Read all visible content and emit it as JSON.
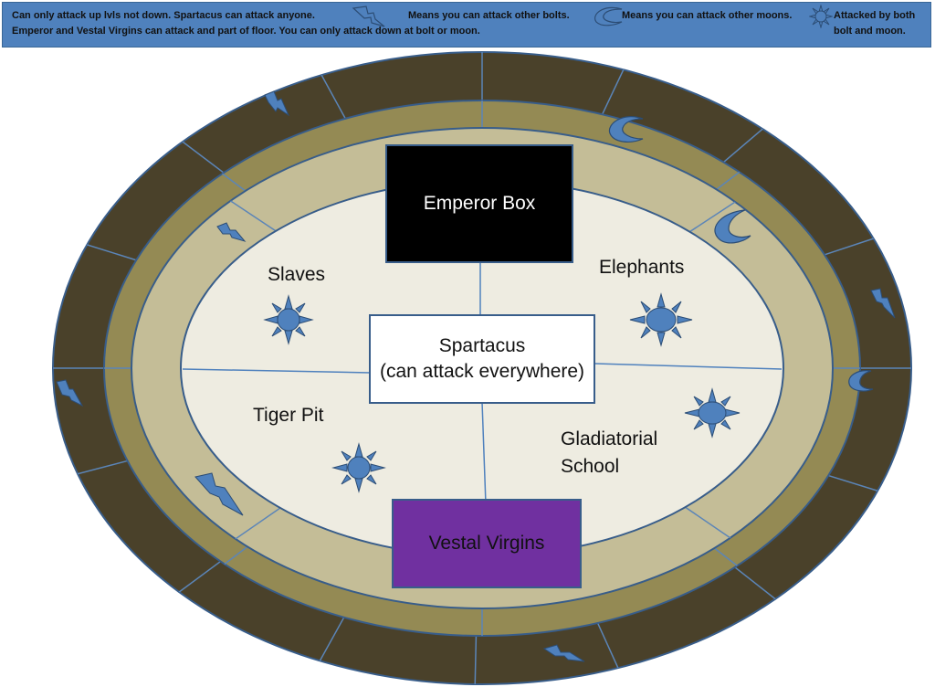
{
  "legend": {
    "line1_left": "Can only attack up lvls not down. Spartacus can attack anyone.",
    "line2_left": "Emperor and Vestal Virgins can attack and part of floor. You can only attack down at bolt or moon.",
    "bolt_text": "Means you can attack other bolts.",
    "moon_text": "Means you can attack other moons.",
    "sun_text_1": "Attacked by both",
    "sun_text_2": "bolt and moon.",
    "bolt_icon": "lightning-bolt-icon",
    "moon_icon": "crescent-moon-icon",
    "sun_icon": "sun-icon"
  },
  "regions": {
    "slaves": "Slaves",
    "elephants": "Elephants",
    "tiger_pit": "Tiger Pit",
    "gladiatorial_line1": "Gladiatorial",
    "gladiatorial_line2": "School"
  },
  "boxes": {
    "emperor": "Emperor Box",
    "spartacus_line1": "Spartacus",
    "spartacus_line2": "(can attack everywhere)",
    "vestal": "Vestal Virgins"
  },
  "colors": {
    "outer_ring": "#4a412a",
    "middle_ring": "#948a54",
    "inner_ring": "#c4bd97",
    "floor": "#eeece1",
    "outline": "#385d8a",
    "icon_blue": "#4f81bd",
    "legend_bg": "#4f81bd",
    "emperor_box": "#000000",
    "vestal_box": "#7030a0"
  }
}
